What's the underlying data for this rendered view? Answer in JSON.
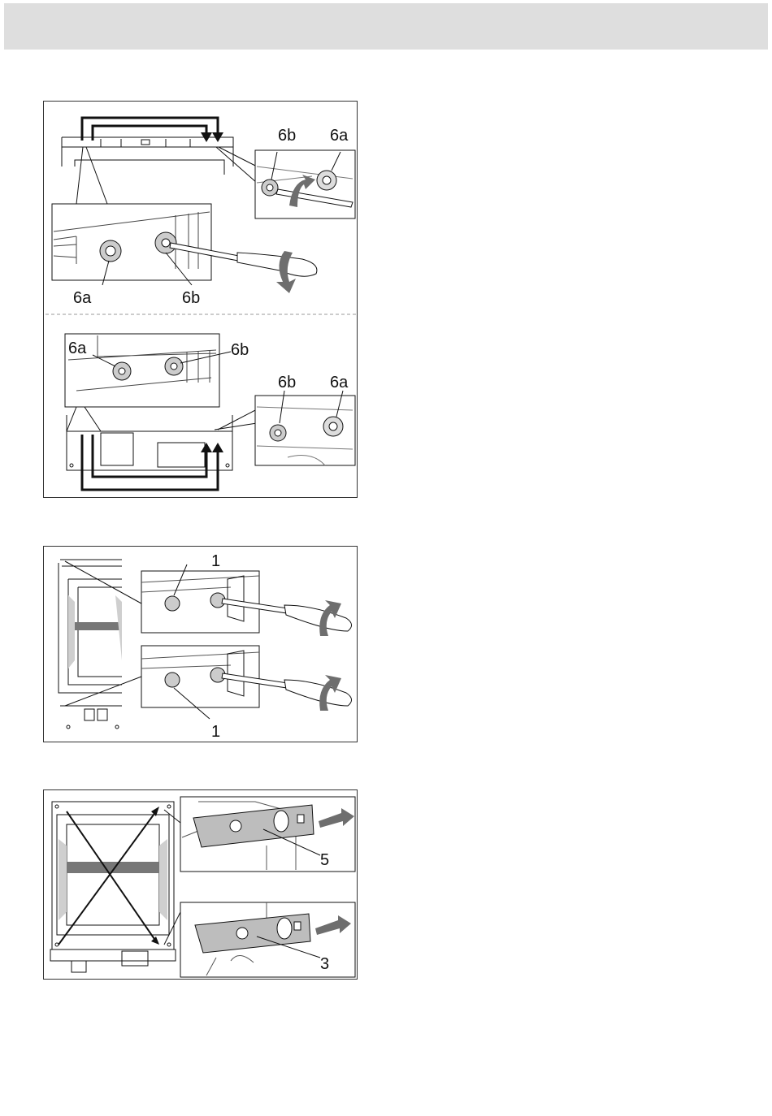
{
  "figure1": {
    "top_detail_right": {
      "label_left": "6b",
      "label_right": "6a"
    },
    "top_detail_main": {
      "label_left": "6a",
      "label_right": "6b"
    },
    "bottom_detail_main": {
      "label_left": "6a",
      "label_right": "6b"
    },
    "bottom_detail_right": {
      "label_left": "6b",
      "label_right": "6a"
    }
  },
  "figure2": {
    "top_detail": {
      "label": "1"
    },
    "bottom_detail": {
      "label": "1"
    }
  },
  "figure3": {
    "top_detail": {
      "label": "5"
    },
    "bottom_detail": {
      "label": "3"
    }
  },
  "colors": {
    "ink": "#111111",
    "arrow_grey": "#6e6e6e",
    "panel_grey": "#bdbdbd",
    "header_grey": "#dedede"
  }
}
